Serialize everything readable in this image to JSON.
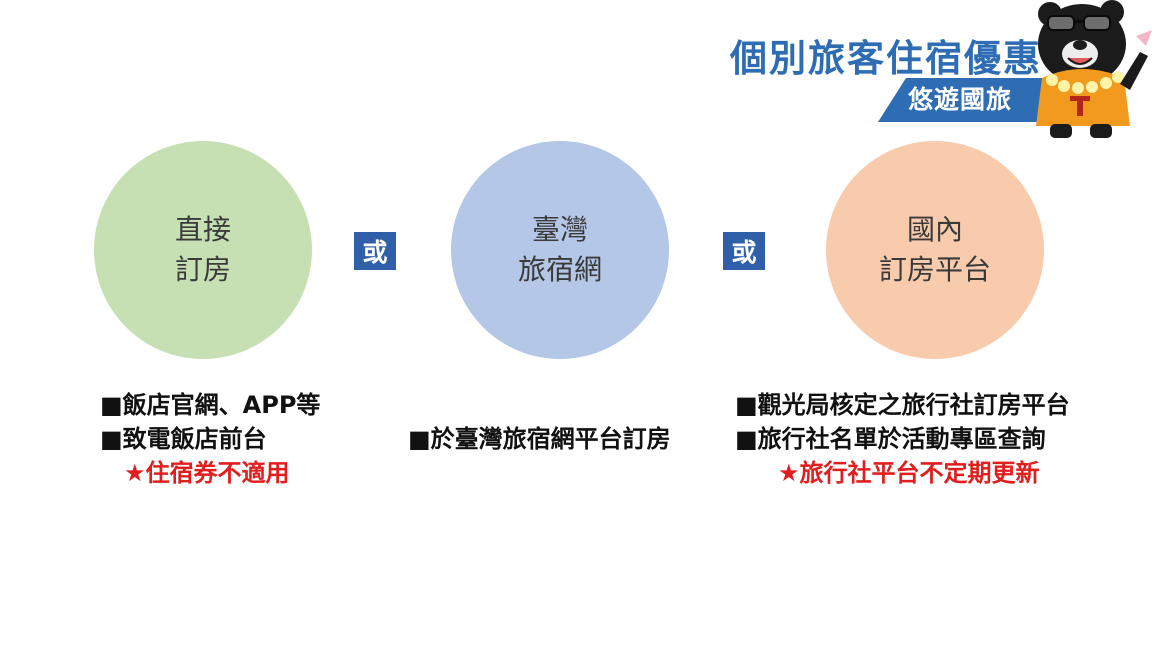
{
  "header": {
    "title": "個別旅客住宿優惠",
    "banner": "悠遊國旅",
    "mascot_icon": "black-bear-mascot-icon"
  },
  "colors": {
    "title": "#2e6db4",
    "banner": "#2e6db4",
    "or_box": "#2f5fa8",
    "circle_green": "#c6e0b4",
    "circle_blue": "#b4c7e7",
    "circle_orange": "#f8cbad",
    "note_red": "#e01e1e"
  },
  "options": [
    {
      "circle_lines": [
        "直接",
        "訂房"
      ],
      "details": [
        "■飯店官網、APP等",
        "■致電飯店前台"
      ],
      "note": "★住宿券不適用"
    },
    {
      "circle_lines": [
        "臺灣",
        "旅宿網"
      ],
      "details": [
        "■於臺灣旅宿網平台訂房"
      ],
      "note": ""
    },
    {
      "circle_lines": [
        "國內",
        "訂房平台"
      ],
      "details": [
        "■觀光局核定之旅行社訂房平台",
        "■旅行社名單於活動專區查詢"
      ],
      "note": "★旅行社平台不定期更新"
    }
  ],
  "connectors": [
    "或",
    "或"
  ]
}
